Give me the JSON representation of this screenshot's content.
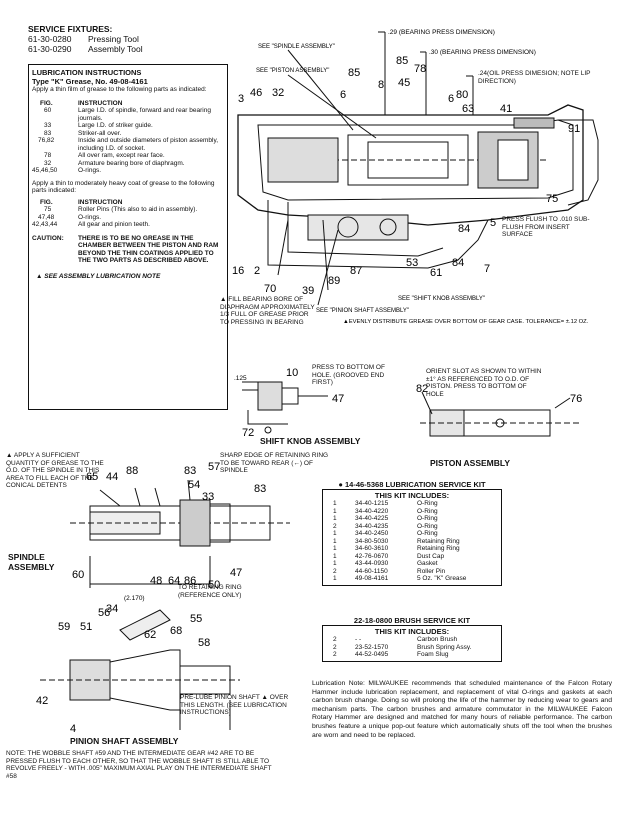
{
  "service_fixtures": {
    "title": "SERVICE FIXTURES:",
    "items": [
      {
        "part": "61-30-0280",
        "name": "Pressing Tool"
      },
      {
        "part": "61-30-0290",
        "name": "Assembly Tool"
      }
    ]
  },
  "lubrication": {
    "title": "LUBRICATION INSTRUCTIONS",
    "type_line": "Type \"K\" Grease, No. 49-08-4161",
    "thin_intro": "Apply a thin film of grease to the following parts as indicated:",
    "col_fig": "FIG.",
    "col_instruction": "INSTRUCTION",
    "thin_rows": [
      {
        "fig": "60",
        "text": "Large I.D. of spindle, forward and rear bearing journals."
      },
      {
        "fig": "33",
        "text": "Large I.D. of striker guide."
      },
      {
        "fig": "83",
        "text": "Striker-all over."
      },
      {
        "fig": "76,82",
        "text": "Inside and outside diameters of piston assembly, including I.D. of socket."
      },
      {
        "fig": "78",
        "text": "All over ram, except rear face."
      },
      {
        "fig": "32",
        "text": "Armature bearing bore of diaphragm."
      },
      {
        "fig": "45,46,50",
        "text": "O-rings."
      }
    ],
    "heavy_intro": "Apply a thin to moderately heavy coat of grease to the following parts indicated:",
    "heavy_rows": [
      {
        "fig": "75",
        "text": "Roller Pins (This also to aid in assembly)."
      },
      {
        "fig": "47,48",
        "text": "O-rings."
      },
      {
        "fig": "42,43,44",
        "text": "All gear and pinion teeth."
      }
    ],
    "caution_label": "CAUTION:",
    "caution_text": "THERE IS TO BE NO GREASE IN THE CHAMBER BETWEEN THE PISTON AND RAM BEYOND THE THIN COATINGS APPLIED TO THE TWO PARTS AS DESCRIBED ABOVE.",
    "note": "▲ SEE ASSEMBLY LUBRICATION NOTE"
  },
  "main_diagram": {
    "callouts_top": [
      ".29 (BEARING PRESS DIMENSION)",
      ".30 (BEARING PRESS DIMENSION)",
      ".24(OIL PRESS DIMESION; NOTE LIP DIRECTION)"
    ],
    "see_spindle": "SEE \"SPINDLE ASSEMBLY\"",
    "see_piston": "SEE \"PISTON ASSEMBLY\"",
    "see_pinion": "SEE \"PINION SHAFT ASSEMBLY\"",
    "see_shift": "SEE \"SHIFT KNOB ASSEMBLY\"",
    "fill_bearing": "▲ FILL BEARING BORE OF DIAPHRAGM APPROXIMATELY 1/3 FULL OF GREASE PRIOR TO PRESSING IN BEARING",
    "evenly": "▲EVENLY DISTRIBUTE GREASE OVER BOTTOM OF GEAR CASE. TOLERANCE= ±.12 OZ.",
    "press_flush": "PRESS FLUSH TO .010 SUB-FLUSH FROM INSERT SURFACE",
    "numbers": [
      "3",
      "46",
      "32",
      "6",
      "85",
      "8",
      "45",
      "85",
      "78",
      "6",
      "80",
      "63",
      "41",
      "91",
      "75",
      "5",
      "84",
      "53",
      "84",
      "7",
      "61",
      "16",
      "2",
      "70",
      "39",
      "89",
      "87"
    ]
  },
  "shift_knob": {
    "title": "SHIFT KNOB ASSEMBLY",
    "press_to": "PRESS TO BOTTOM OF HOLE. (GROOVED END FIRST)",
    "dim": ".125",
    "n10": "10",
    "n47": "47",
    "n72": "72"
  },
  "piston": {
    "title": "PISTON ASSEMBLY",
    "orient": "ORIENT SLOT AS SHOWN TO WITHIN ±1° AS REFERENCED TO O.D. OF PISTON. PRESS TO BOTTOM OF HOLE",
    "n82": "82",
    "n76": "76"
  },
  "spindle": {
    "title": "SPINDLE ASSEMBLY",
    "apply_note": "▲ APPLY A SUFFICIENT QUANTITY OF GREASE TO THE O.D. OF THE SPINDLE IN THIS AREA TO FILL EACH OF THE CONICAL DETENTS",
    "sharp_edge": "SHARP EDGE OF RETAINING RING TO BE TOWARD REAR (←) OF SPINDLE",
    "to_ring": "TO RETAINING RING (REFERENCE ONLY)",
    "dim": "(2.170)",
    "numbers": [
      "65",
      "44",
      "88",
      "83",
      "57",
      "54",
      "33",
      "83",
      "60",
      "48",
      "64",
      "86",
      "50",
      "47"
    ]
  },
  "pinion": {
    "title": "PINION SHAFT ASSEMBLY",
    "prelube": "PRE-LUBE PINION SHAFT ▲ OVER THIS LENGTH. (SEE LUBRICATION INSTRUCTIONS)",
    "note": "NOTE: THE WOBBLE SHAFT #59 AND THE INTERMEDIATE GEAR #42 ARE TO BE PRESSED FLUSH TO EACH OTHER, SO THAT THE WOBBLE SHAFT IS STILL ABLE TO REVOLVE FREELY - WITH .005\" MAXIMUM AXIAL PLAY ON THE INTERMEDIATE SHAFT #58",
    "numbers": [
      "59",
      "51",
      "56",
      "34",
      "62",
      "55",
      "68",
      "58",
      "42",
      "4"
    ]
  },
  "lube_kit": {
    "title": "● 14-46-5368 LUBRICATION SERVICE KIT",
    "includes": "THIS KIT INCLUDES:",
    "items": [
      {
        "qty": "1",
        "part": "34-40-1215",
        "name": "O-Ring"
      },
      {
        "qty": "1",
        "part": "34-40-4220",
        "name": "O-Ring"
      },
      {
        "qty": "1",
        "part": "34-40-4225",
        "name": "O-Ring"
      },
      {
        "qty": "2",
        "part": "34-40-4235",
        "name": "O-Ring"
      },
      {
        "qty": "1",
        "part": "34-40-2450",
        "name": "O-Ring"
      },
      {
        "qty": "1",
        "part": "34-80-5030",
        "name": "Retaining Ring"
      },
      {
        "qty": "1",
        "part": "34-60-3610",
        "name": "Retaining Ring"
      },
      {
        "qty": "1",
        "part": "42-76-0670",
        "name": "Dust Cap"
      },
      {
        "qty": "1",
        "part": "43-44-0930",
        "name": "Gasket"
      },
      {
        "qty": "2",
        "part": "44-60-1150",
        "name": "Roller Pin"
      },
      {
        "qty": "1",
        "part": "49-08-4161",
        "name": "5 Oz. \"K\" Grease"
      }
    ]
  },
  "brush_kit": {
    "title": "22-18-0800 BRUSH SERVICE KIT",
    "includes": "THIS KIT INCLUDES:",
    "items": [
      {
        "qty": "2",
        "part": "- -",
        "name": "Carbon Brush"
      },
      {
        "qty": "2",
        "part": "23-52-1570",
        "name": "Brush Spring Assy."
      },
      {
        "qty": "2",
        "part": "44-52-0495",
        "name": "Foam Slug"
      }
    ]
  },
  "lube_note": {
    "text": "Lubrication Note: MILWAUKEE recommends that scheduled maintenance of the Falcon Rotary Hammer include lubrication replacement, and replacement of vital O-rings and gaskets at each carbon brush change. Doing so will prolong the life of the hammer by reducing wear to gears and mechanism parts. The carbon brushes and armature commutator in the MILWAUKEE Falcon Rotary Hammer are designed and matched for many hours of reliable performance. The carbon brushes feature a unique pop-out feature which automatically shuts off the tool when the brushes are worn and need to be replaced."
  }
}
